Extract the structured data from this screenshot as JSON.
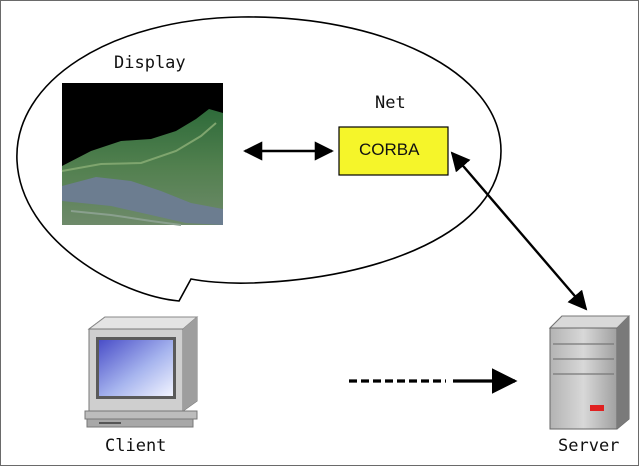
{
  "labels": {
    "display": "Display",
    "net": "Net",
    "corba": "CORBA",
    "client": "Client",
    "server": "Server"
  },
  "icons": {
    "client": "desktop-computer-icon",
    "server": "server-tower-icon"
  },
  "colors": {
    "corba_fill": "#f5f52a",
    "sky": "#000000",
    "line": "#000000"
  }
}
